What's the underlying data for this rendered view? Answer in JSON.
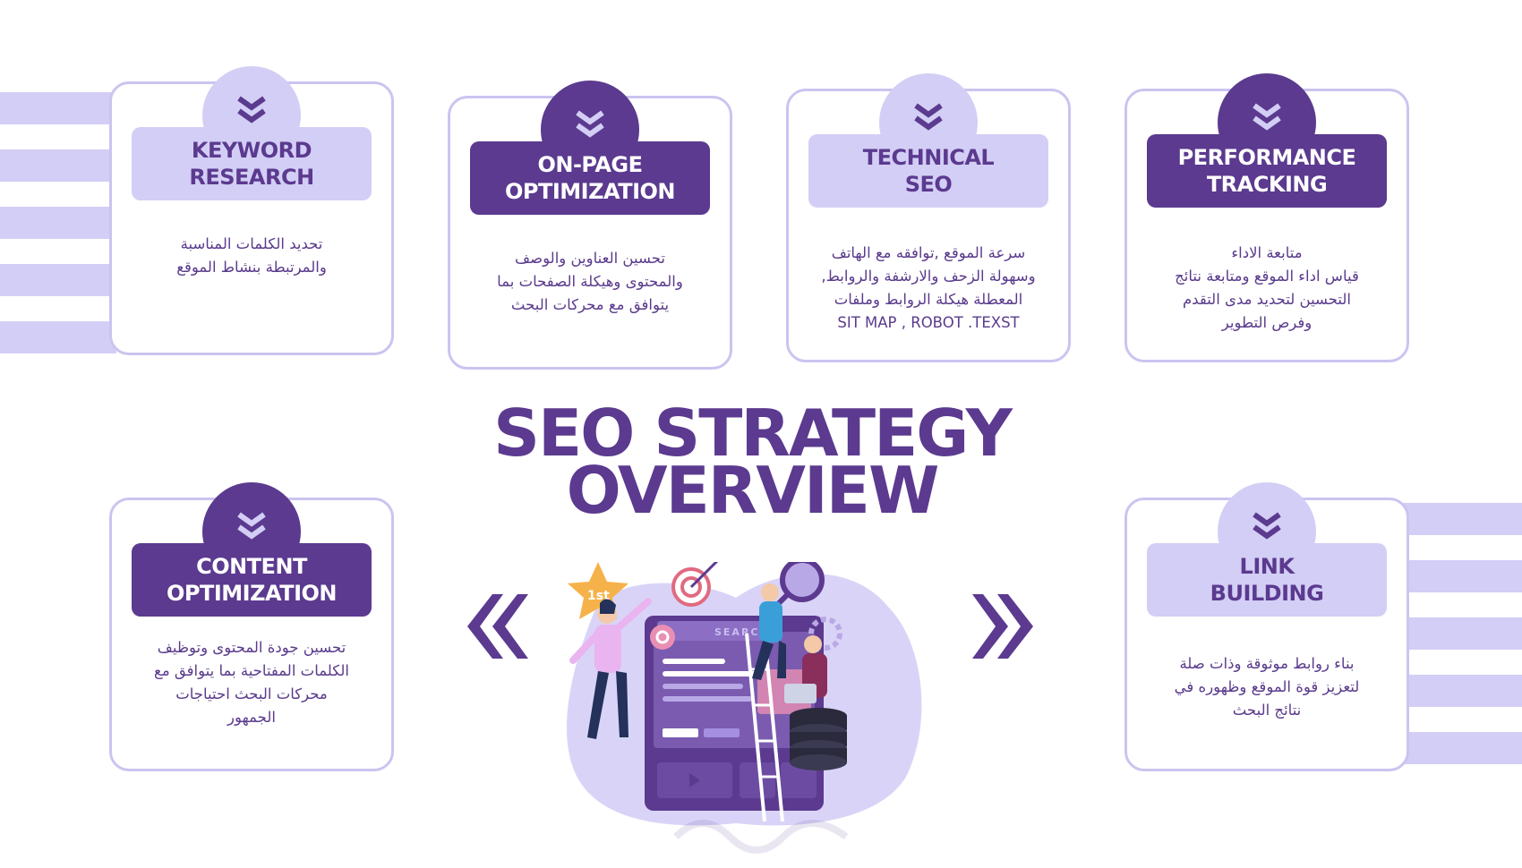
{
  "title": {
    "line1": "SEO STRATEGY",
    "line2": "OVERVIEW"
  },
  "cards": [
    {
      "label": "KEYWORD\nRESEARCH",
      "desc": "تحديد الكلمات المناسبة\nوالمرتبطة بنشاط الموقع"
    },
    {
      "label": "ON-PAGE\nOPTIMIZATION",
      "desc": "تحسين العناوين والوصف\nوالمحتوى وهيكلة الصفحات بما\nيتوافق مع محركات البحث"
    },
    {
      "label": "TECHNICAL\nSEO",
      "desc": "سرعة الموقع ,توافقه مع الهاتف\nوسهولة الزحف والارشفة والروابط,\nالمعطلة هيكلة الروابط وملفات\nSIT MAP , ROBOT .TEXST"
    },
    {
      "label": "PERFORMANCE\nTRACKING",
      "desc": "متابعة الاداء\nقياس اداء الموقع ومتابعة نتائج\nالتحسين لتحديد مدى التقدم\nوفرص التطوير"
    },
    {
      "label": "CONTENT\nOPTIMIZATION",
      "desc": "تحسين جودة المحتوى وتوظيف\nالكلمات المفتاحية بما يتوافق مع\nمحركات البحث احتياجات\nالجمهور"
    },
    {
      "label": "LINK\nBUILDING",
      "desc": "بناء روابط موثوقة وذات صلة\nلتعزيز قوة الموقع وظهوره في\nنتائج البحث"
    }
  ],
  "illustration": {
    "search_label": "SEARCH",
    "badge": "1st"
  },
  "colors": {
    "dark_purple": "#5b3a8f",
    "light_purple": "#d3cef5",
    "card_border": "#cbc4f0"
  },
  "icons": [
    "chevrons-down-icon",
    "chevron-double-left-icon",
    "chevron-double-right-icon"
  ]
}
